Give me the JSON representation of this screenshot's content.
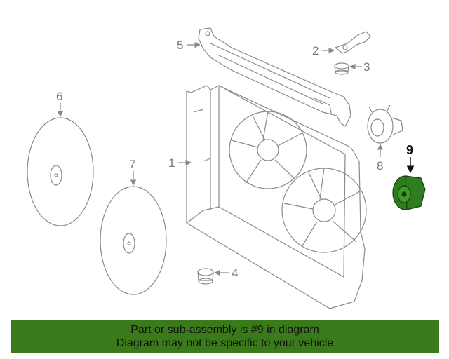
{
  "callouts": {
    "c1": "1",
    "c2": "2",
    "c3": "3",
    "c4": "4",
    "c5": "5",
    "c6": "6",
    "c7": "7",
    "c8": "8",
    "c9": "9"
  },
  "banner": {
    "line1": "Part or sub-assembly is #9 in diagram",
    "line2": "Diagram may not be specific to your vehicle"
  },
  "colors": {
    "line": "#8a8a8a",
    "highlight_part": "#2e7d1e",
    "banner": "#3a7a1a"
  }
}
